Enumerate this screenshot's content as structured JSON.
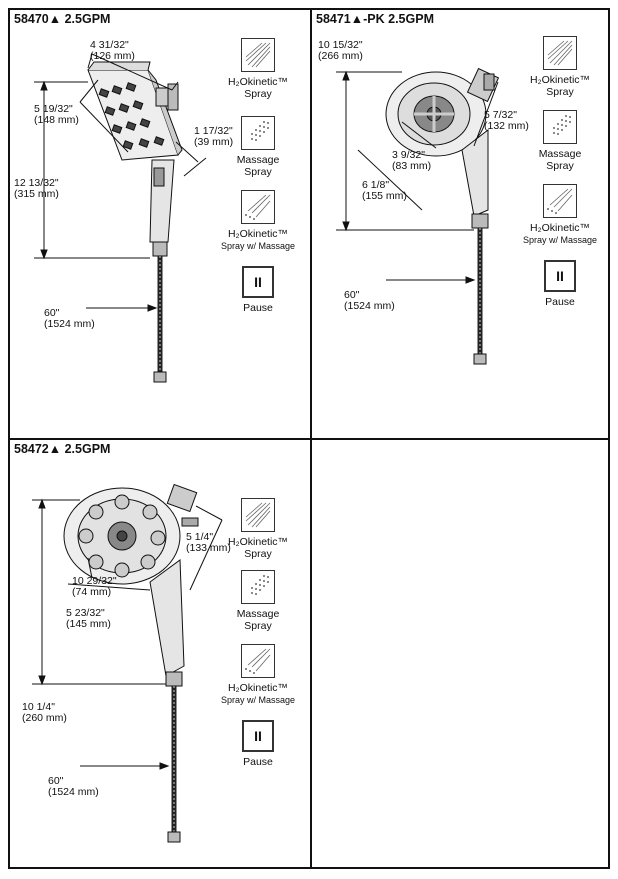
{
  "panels": [
    {
      "title": "58470▲ 2.5GPM",
      "dims": {
        "a": [
          "4 31/32\"",
          "(126 mm)"
        ],
        "b": [
          "5 19/32\"",
          "(148 mm)"
        ],
        "c": [
          "1 17/32\"",
          "(39 mm)"
        ],
        "d": [
          "12 13/32\"",
          "(315 mm)"
        ],
        "e": [
          "60\"",
          "(1524 mm)"
        ]
      }
    },
    {
      "title": "58471▲-PK 2.5GPM",
      "dims": {
        "a": [
          "10 15/32\"",
          "(266 mm)"
        ],
        "b": [
          "5 7/32\"",
          "(132 mm)"
        ],
        "c": [
          "3 9/32\"",
          "(83 mm)"
        ],
        "d": [
          "6 1/8\"",
          "(155 mm)"
        ],
        "e": [
          "60\"",
          "(1524 mm)"
        ]
      }
    },
    {
      "title": "58472▲ 2.5GPM",
      "dims": {
        "a": [
          "5 1/4\"",
          "(133 mm)"
        ],
        "b": [
          "10 29/32\"",
          "(74 mm)"
        ],
        "c": [
          "5 23/32\"",
          "(145 mm)"
        ],
        "d": [
          "10 1/4\"",
          "(260 mm)"
        ],
        "e": [
          "60\"",
          "(1524 mm)"
        ]
      }
    }
  ],
  "modes": {
    "h2o_spray": [
      "H₂Okinetic™",
      "Spray"
    ],
    "massage": [
      "Massage",
      "Spray"
    ],
    "h2o_massage": [
      "H₂Okinetic™",
      "Spray w/ Massage"
    ],
    "pause": [
      "Pause"
    ],
    "pause_symbol": "II"
  }
}
